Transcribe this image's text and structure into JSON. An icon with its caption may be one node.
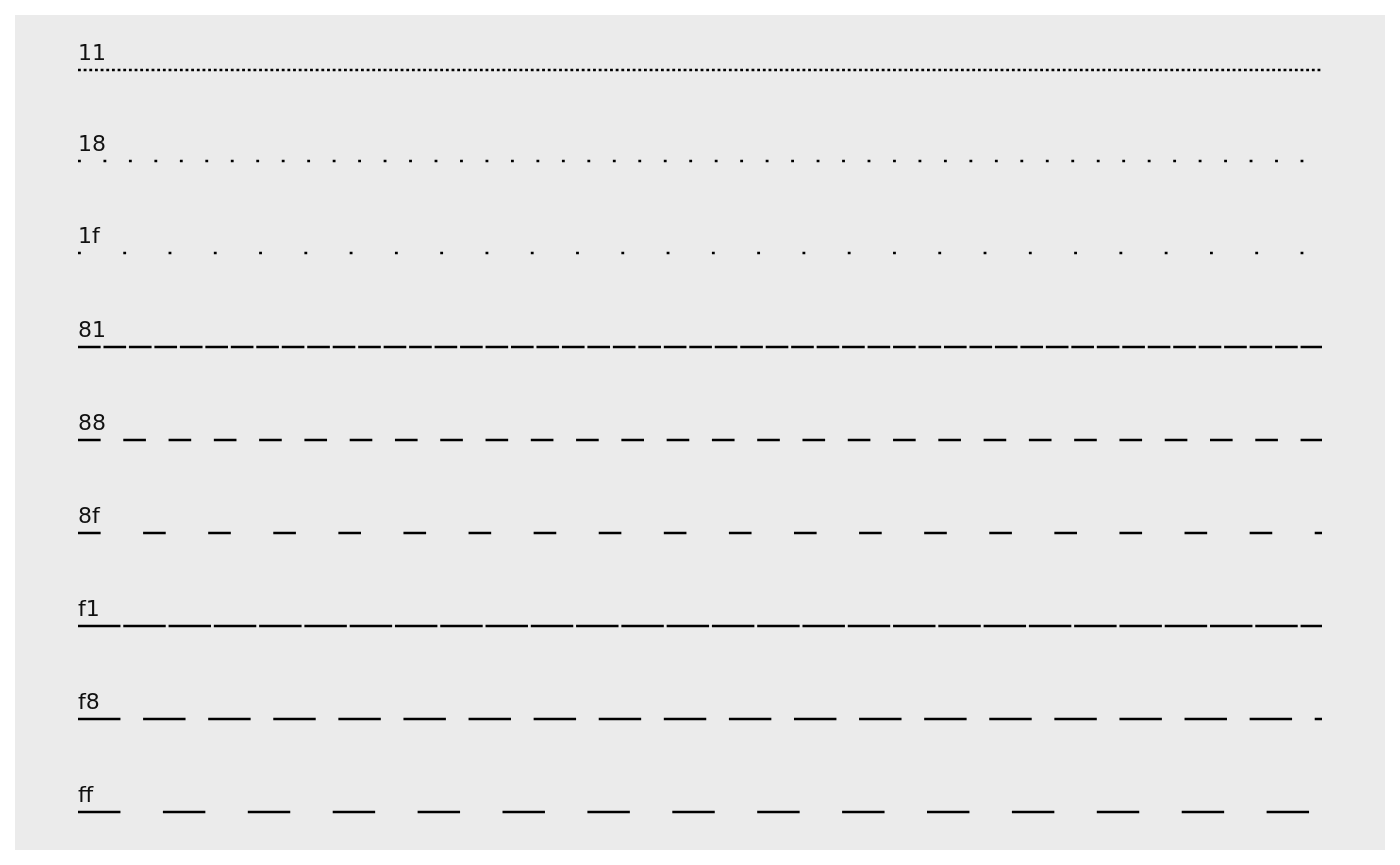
{
  "diagram": {
    "legend": [
      {
        "text": "11"
      },
      {
        "text": "18"
      },
      {
        "text": "1f"
      },
      {
        "text": "81"
      },
      {
        "text": "88"
      },
      {
        "text": "8f"
      },
      {
        "text": "f1"
      },
      {
        "text": "f8"
      },
      {
        "text": "ff"
      }
    ]
  }
}
